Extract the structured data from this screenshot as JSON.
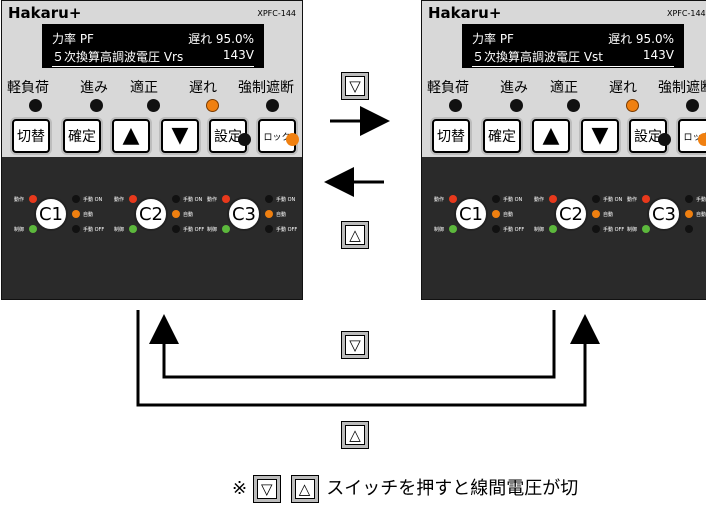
{
  "panels": [
    {
      "brand": "Hakaru+",
      "model": "XPFC-144",
      "lcd_line1_left": "力率 PF",
      "lcd_line1_right": "遅れ 95.0%",
      "lcd_line2_left": "５次換算高調波電圧 Vrs",
      "lcd_line2_right": "143V",
      "indicators": [
        "軽負荷",
        "進み",
        "適正",
        "遅れ",
        "強制遮断"
      ],
      "buttons": [
        "切替",
        "確定",
        "▲",
        "▼",
        "設定",
        "ロック"
      ],
      "circuits": [
        "C1",
        "C2",
        "C3"
      ]
    },
    {
      "brand": "Hakaru+",
      "model": "XPFC-144",
      "lcd_line1_left": "力率 PF",
      "lcd_line1_right": "遅れ 95.0%",
      "lcd_line2_left": "５次換算高調波電圧 Vst",
      "lcd_line2_right": "143V",
      "indicators": [
        "軽負荷",
        "進み",
        "適正",
        "遅れ",
        "強制遮断"
      ],
      "buttons": [
        "切替",
        "確定",
        "▲",
        "▼",
        "設定",
        "ロック"
      ],
      "circuits": [
        "C1",
        "C2",
        "C3"
      ]
    }
  ],
  "circuit_labels": {
    "left_top": "動作",
    "left_bottom": "制御",
    "right_top": "手動 ON",
    "right_mid": "自動",
    "right_bottom": "手動 OFF"
  },
  "keys": {
    "down": "▽",
    "up": "△"
  },
  "note": {
    "mark": "※",
    "text": "スイッチを押すと線間電圧が切"
  },
  "colors": {
    "led_orange": "#f08010",
    "led_red": "#e8391c",
    "led_green": "#5cb83c"
  }
}
